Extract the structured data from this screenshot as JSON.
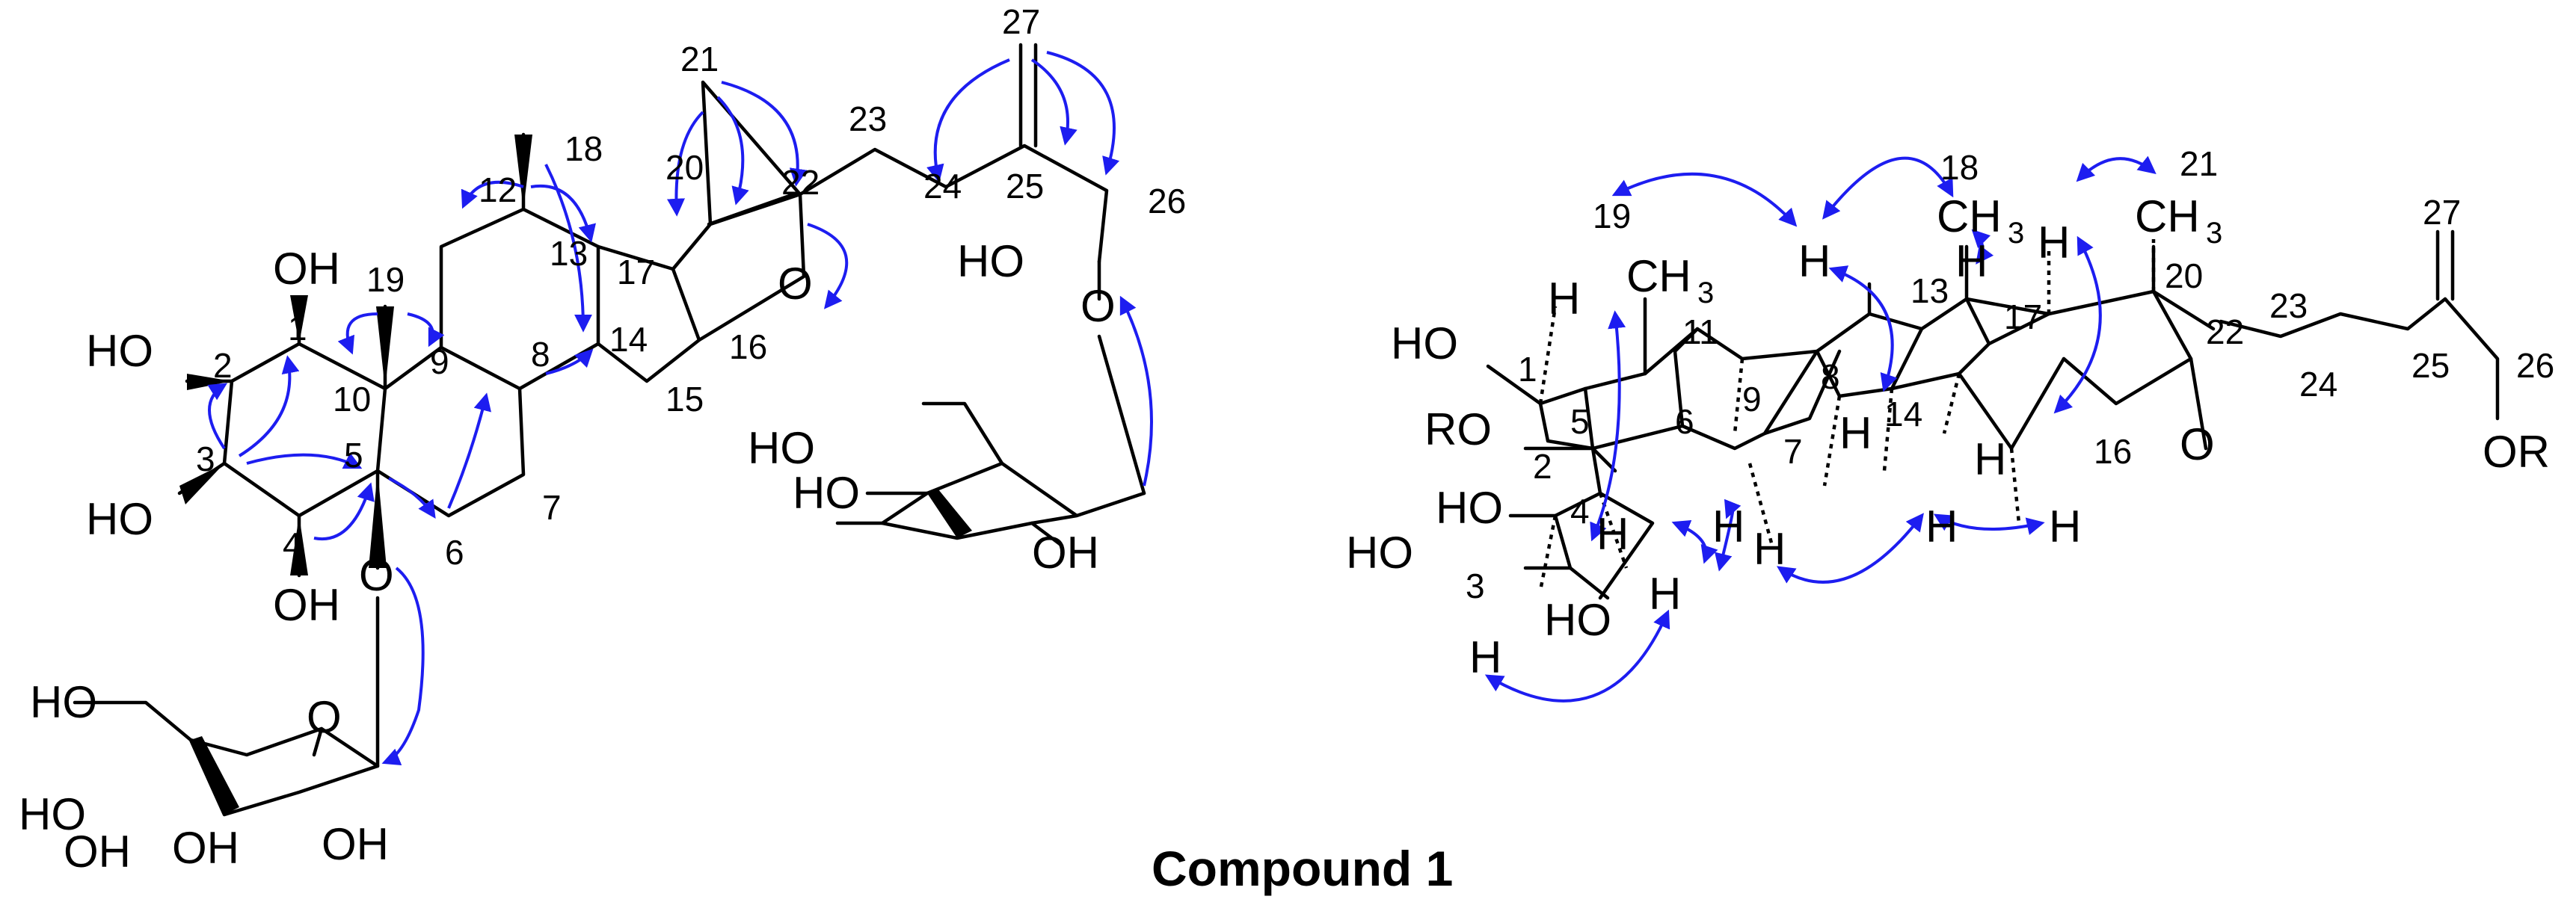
{
  "caption": "Compound 1",
  "colors": {
    "bonds": "#000000",
    "correlation_arrows": "#1d1df0",
    "background": "#ffffff"
  },
  "left_structure": {
    "carbon_numbers": [
      "1",
      "2",
      "3",
      "4",
      "5",
      "6",
      "7",
      "8",
      "9",
      "10",
      "12",
      "13",
      "14",
      "15",
      "16",
      "17",
      "18",
      "19",
      "20",
      "21",
      "22",
      "23",
      "24",
      "25",
      "26",
      "27"
    ],
    "atoms": [
      "OH",
      "HO",
      "HO",
      "OH",
      "O",
      "O",
      "O",
      "HO",
      "HO",
      "HO",
      "OH",
      "O",
      "OH",
      "HO",
      "HO",
      "OH",
      "OH"
    ]
  },
  "right_structure": {
    "carbon_numbers": [
      "1",
      "2",
      "3",
      "4",
      "5",
      "6",
      "7",
      "8",
      "9",
      "11",
      "13",
      "14",
      "16",
      "17",
      "18",
      "19",
      "20",
      "21",
      "22",
      "23",
      "24",
      "25",
      "26",
      "27"
    ],
    "atoms": [
      "HO",
      "RO",
      "HO",
      "HO",
      "HO",
      "OR",
      "O",
      "CH",
      "3",
      "CH",
      "3",
      "CH",
      "3",
      "H",
      "H",
      "H",
      "H",
      "H",
      "H",
      "H",
      "H",
      "H",
      "H",
      "H",
      "H",
      "H"
    ]
  }
}
